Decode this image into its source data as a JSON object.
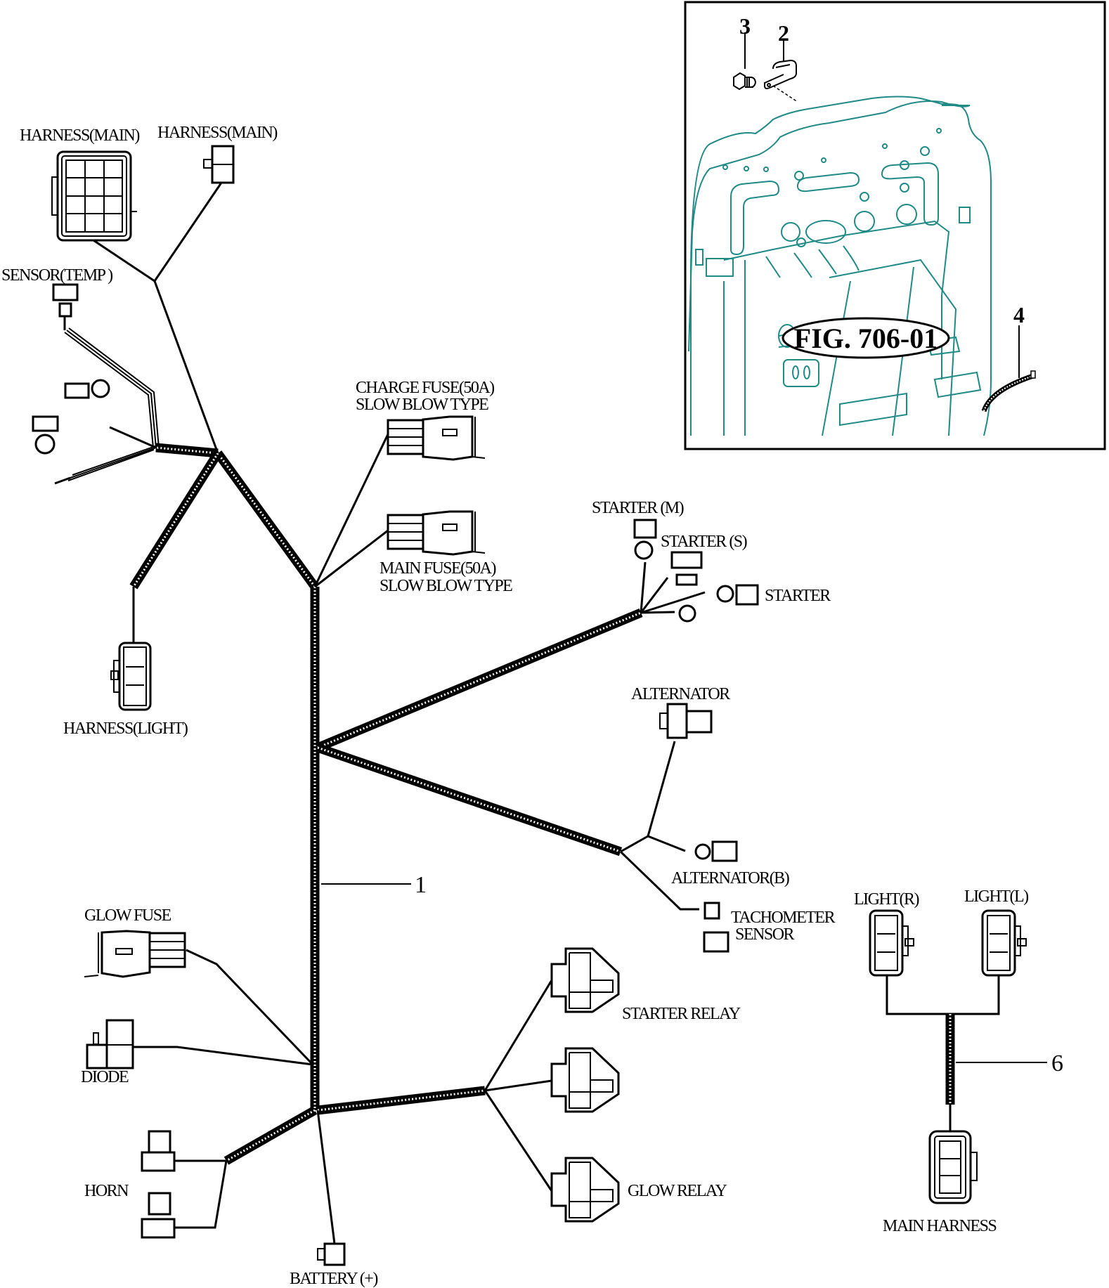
{
  "figure": {
    "title": "FIG. 706-01",
    "callouts": [
      "1",
      "2",
      "3",
      "4",
      "6"
    ],
    "accent_color": "#1f8a86"
  },
  "labels": {
    "harness_main_1": "HARNESS(MAIN)",
    "harness_main_2": "HARNESS(MAIN)",
    "sensor_temp": "SENSOR(TEMP )",
    "harness_light": "HARNESS(LIGHT)",
    "charge_fuse_1": "CHARGE FUSE(50A)",
    "charge_fuse_2": "SLOW BLOW TYPE",
    "main_fuse_1": "MAIN FUSE(50A)",
    "main_fuse_2": "SLOW BLOW TYPE",
    "starter_m": "STARTER (M)",
    "starter_s": "STARTER (S)",
    "starter": "STARTER",
    "alternator": "ALTERNATOR",
    "alternator_b": "ALTERNATOR(B)",
    "tachometer_1": "TACHOMETER",
    "tachometer_2": "SENSOR",
    "glow_fuse": "GLOW FUSE",
    "diode": "DIODE",
    "horn": "HORN",
    "battery": "BATTERY (+)",
    "starter_relay": "STARTER RELAY",
    "glow_relay": "GLOW RELAY",
    "light_r": "LIGHT(R)",
    "light_l": "LIGHT(L)",
    "main_harness": "MAIN HARNESS"
  }
}
